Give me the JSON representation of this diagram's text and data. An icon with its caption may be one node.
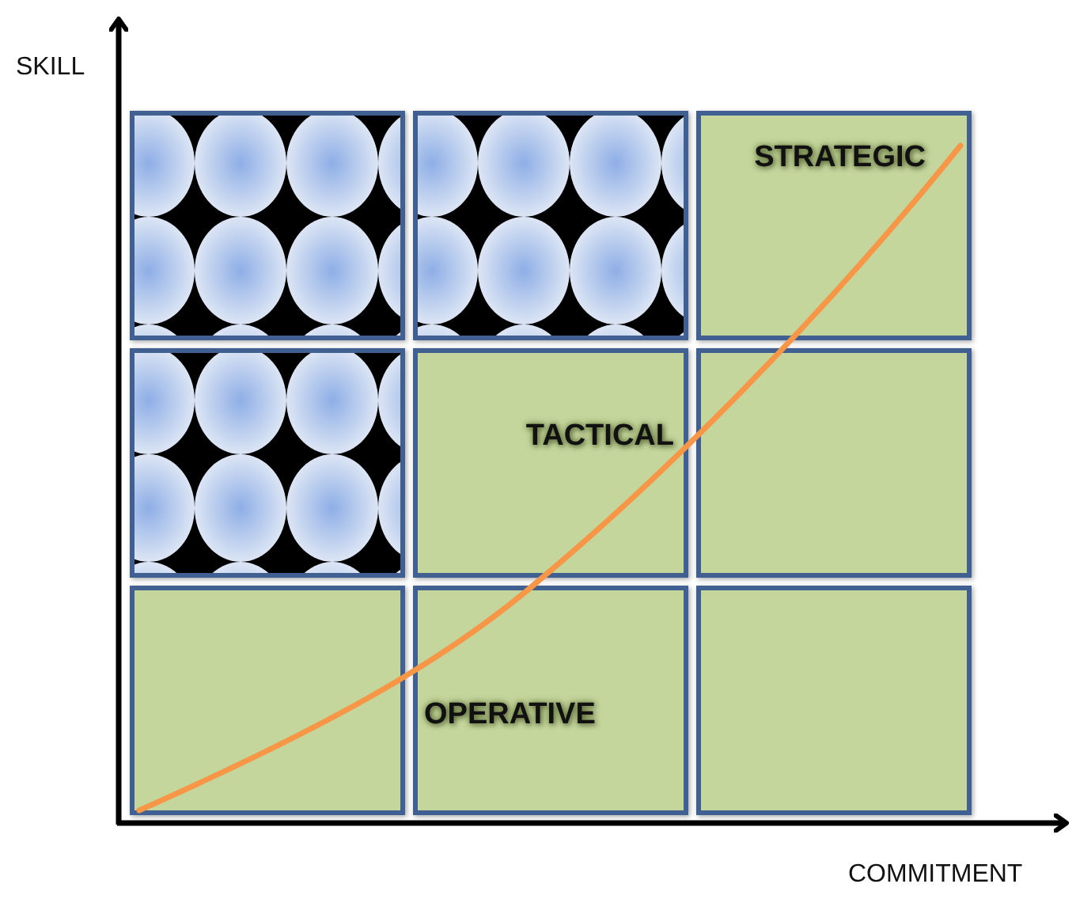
{
  "diagram": {
    "nodes": [
      {
        "text": [],
        "shape": "box"
      },
      {
        "text": [],
        "shape": "box"
      },
      {
        "text": [
          "STRATEGIC"
        ]
      },
      {
        "text": [],
        "shape": "box"
      },
      {
        "text": [
          "TACTICAL"
        ]
      },
      {
        "text": [],
        "shape": "box"
      },
      {
        "text": [],
        "shape": "box"
      },
      {
        "text": [
          "OPERATIVE"
        ]
      },
      {
        "text": [],
        "shape": "box"
      }
    ],
    "labels": [
      "SKILL",
      "COMMITMENT"
    ]
  }
}
